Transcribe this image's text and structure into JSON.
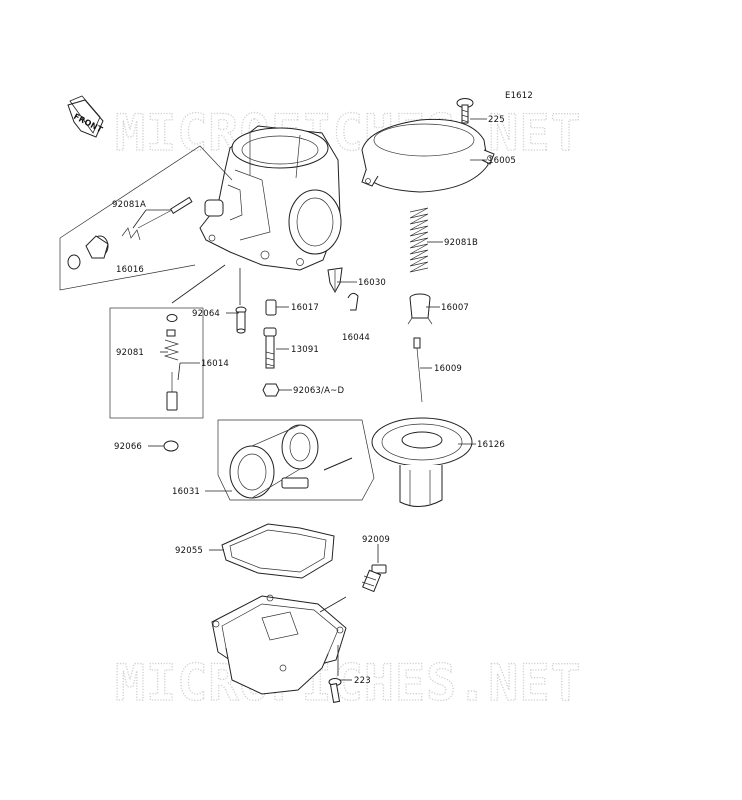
{
  "diagram_code": "E1612",
  "front_label": "FRONT",
  "watermarks": [
    "MICROFICHES.NET",
    "MICROFICHES.NET"
  ],
  "parts": [
    {
      "id": "225"
    },
    {
      "id": "16005"
    },
    {
      "id": "92081A"
    },
    {
      "id": "16016"
    },
    {
      "id": "92081B"
    },
    {
      "id": "16030"
    },
    {
      "id": "92064"
    },
    {
      "id": "16017"
    },
    {
      "id": "16007"
    },
    {
      "id": "16044"
    },
    {
      "id": "92081"
    },
    {
      "id": "16014"
    },
    {
      "id": "13091"
    },
    {
      "id": "16009"
    },
    {
      "id": "92063/A~D"
    },
    {
      "id": "92066"
    },
    {
      "id": "16126"
    },
    {
      "id": "16031"
    },
    {
      "id": "92009"
    },
    {
      "id": "92055"
    },
    {
      "id": "223"
    }
  ]
}
